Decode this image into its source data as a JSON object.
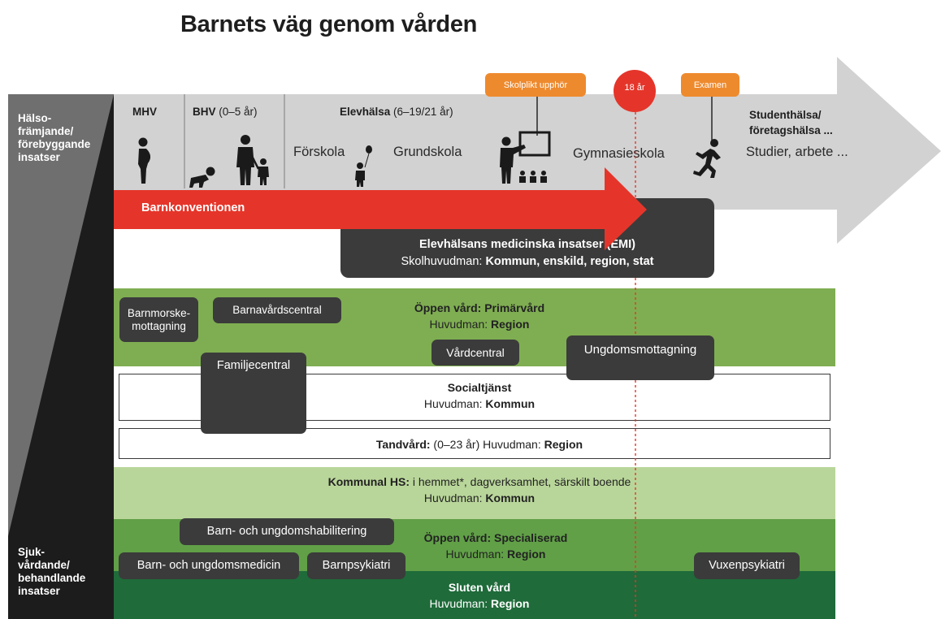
{
  "title": "Barnets väg genom vården",
  "side": {
    "top": [
      "Hälso-",
      "främjande/",
      "förebyggande",
      "insatser"
    ],
    "bottom": [
      "Sjuk-",
      "vårdande/",
      "behandlande",
      "insatser"
    ]
  },
  "timeline": {
    "mhv": "MHV",
    "bhv_bold": "BHV",
    "bhv_rest": " (0–5 år)",
    "elev_bold": "Elevhälsa",
    "elev_rest": " (6–19/21 år)",
    "student_line1": "Studenthälsa/",
    "student_line2": "företagshälsa ...",
    "forskola": "Förskola",
    "grundskola": "Grundskola",
    "gymnasieskola": "Gymnasieskola",
    "studier": "Studier, arbete ...",
    "skolplikt": "Skolplikt upphör",
    "age18": "18 år",
    "examen": "Examen"
  },
  "barnkonventionen": "Barnkonventionen",
  "emi": {
    "line1": "Elevhälsans medicinska insatser (EMI)",
    "line2_label": "Skolhuvudman: ",
    "line2_value": "Kommun, enskild, region, stat"
  },
  "primarvard": {
    "title_bold": "Öppen vård:",
    "title_rest": " Primärvård",
    "hv_label": "Huvudman:",
    "hv_value": " Region"
  },
  "pills": {
    "barnmorske_1": "Barnmorske-",
    "barnmorske_2": "mottagning",
    "bvc": "Barnavårdscentral",
    "vardcentral": "Vårdcentral",
    "ungdom": "Ungdomsmottagning",
    "familje": "Familjecentral",
    "habilitering": "Barn- och ungdomshabilitering",
    "medicin": "Barn- och ungdomsmedicin",
    "bup": "Barnpsykiatri",
    "vuxen": "Vuxenpsykiatri"
  },
  "social": {
    "title": "Socialtjänst",
    "hv_label": "Huvudman:",
    "hv_value": " Kommun"
  },
  "tand": {
    "bold": "Tandvård:",
    "rest": " (0–23 år) Huvudman:",
    "value": " Region"
  },
  "kommunal": {
    "bold": "Kommunal HS:",
    "rest": " i hemmet*, dagverksamhet, särskilt boende",
    "hv_label": "Huvudman:",
    "hv_value": " Kommun"
  },
  "specialiserad": {
    "title_bold": "Öppen vård:",
    "title_rest": " Specialiserad",
    "hv_label": "Huvudman:",
    "hv_value": " Region"
  },
  "sluten": {
    "title": "Sluten vård",
    "hv_label": "Huvudman:",
    "hv_value": " Region"
  },
  "colors": {
    "green_primar": "#7fae52",
    "green_light": "#b7d496",
    "green_special": "#5f9e46",
    "green_dark": "#1f6b3a",
    "red_arrow": "#e53a2a",
    "grey_arrow": "#cfcfcf",
    "orange": "#ee8a2e",
    "dark_pill": "#3b3b3b"
  }
}
